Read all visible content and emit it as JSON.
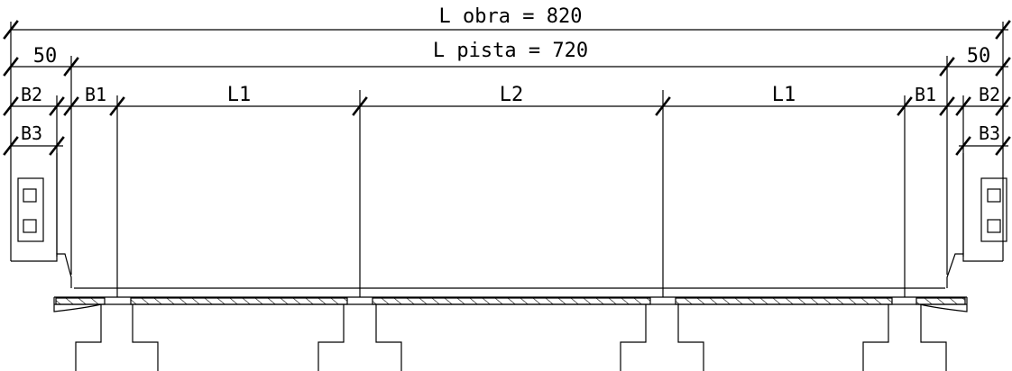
{
  "dimensions": {
    "l_obra": "L obra = 820",
    "l_pista": "L pista = 720",
    "sidewalk_left": "50",
    "sidewalk_right": "50",
    "spans": [
      "L1",
      "L2",
      "L1"
    ],
    "b1_left": "B1",
    "b1_right": "B1",
    "b2_left": "B2",
    "b2_right": "B2",
    "b3_left": "B3",
    "b3_right": "B3"
  },
  "colors": {
    "line": "#000000",
    "background": "#ffffff"
  }
}
